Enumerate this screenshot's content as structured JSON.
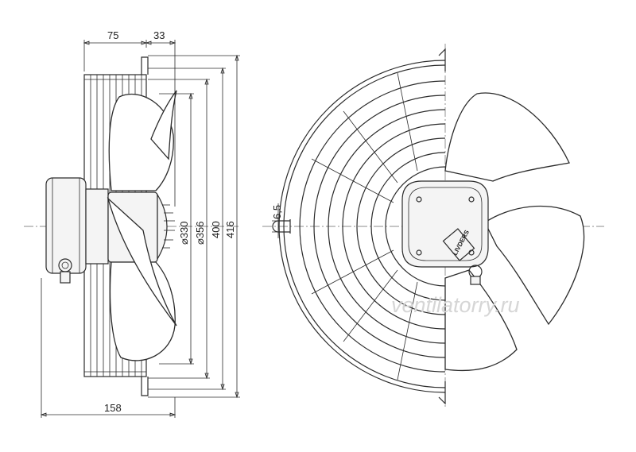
{
  "dimensions": {
    "width_top_left": "75",
    "width_top_right": "33",
    "width_bottom": "158",
    "dia_330": "⌀330",
    "dia_356": "⌀356",
    "height_400": "400",
    "height_416": "416",
    "slot_width": "6,5"
  },
  "brand_label": "LIVDERS",
  "watermark": "ventilatorry.ru"
}
